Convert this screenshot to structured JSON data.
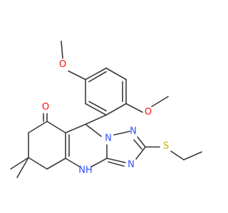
{
  "structure": {
    "background": "#ffffff",
    "bond_color": "#3a3a3a",
    "element_colors": {
      "O": "#ff0d0d",
      "N": "#3050f8",
      "S": "#c8b400"
    },
    "atom_labels": {
      "methoxy_o_top": "O",
      "methoxy_o_right": "O",
      "ketone_o": "O",
      "n_triazole_1": "N",
      "n_triazole_2": "N",
      "n_triazole_3": "N",
      "nh": "NH",
      "thioether_s": "S"
    }
  }
}
